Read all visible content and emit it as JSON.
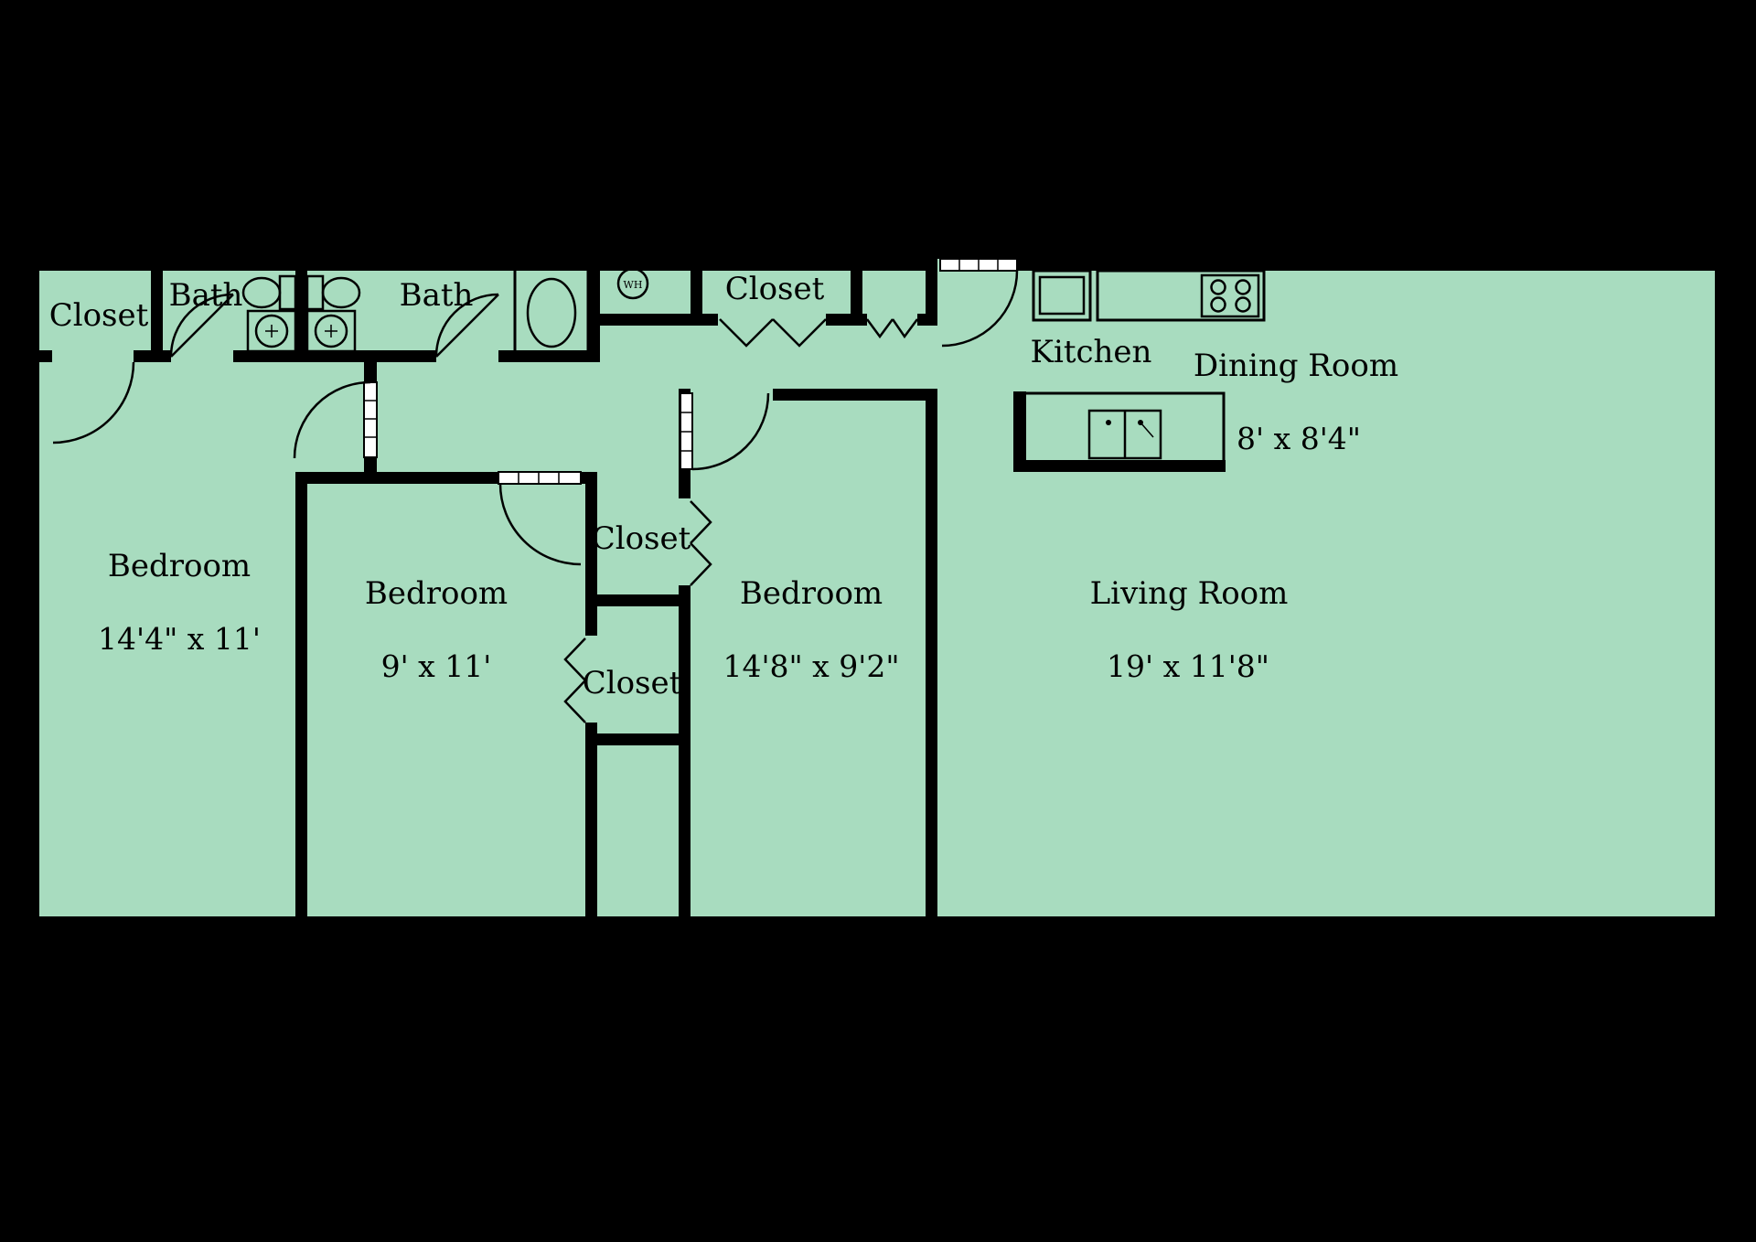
{
  "colors": {
    "background": "#000000",
    "floor": "#a8dcbf",
    "walls": "#000000"
  },
  "rooms": {
    "closet_top_left": {
      "label": "Closet"
    },
    "bath_1": {
      "label": "Bath"
    },
    "bath_2": {
      "label": "Bath"
    },
    "water_heater": {
      "label": "WH"
    },
    "closet_hall": {
      "label": "Closet"
    },
    "kitchen": {
      "label": "Kitchen"
    },
    "dining_room": {
      "label": "Dining Room",
      "dimensions": "8' x 8'4\""
    },
    "bedroom_left": {
      "label": "Bedroom",
      "dimensions": "14'4\" x 11'"
    },
    "bedroom_middle": {
      "label": "Bedroom",
      "dimensions": "9' x 11'"
    },
    "closet_upper": {
      "label": "Closet"
    },
    "closet_lower": {
      "label": "Closet"
    },
    "bedroom_right": {
      "label": "Bedroom",
      "dimensions": "14'8\" x 9'2\""
    },
    "living_room": {
      "label": "Living Room",
      "dimensions": "19' x 11'8\""
    }
  }
}
